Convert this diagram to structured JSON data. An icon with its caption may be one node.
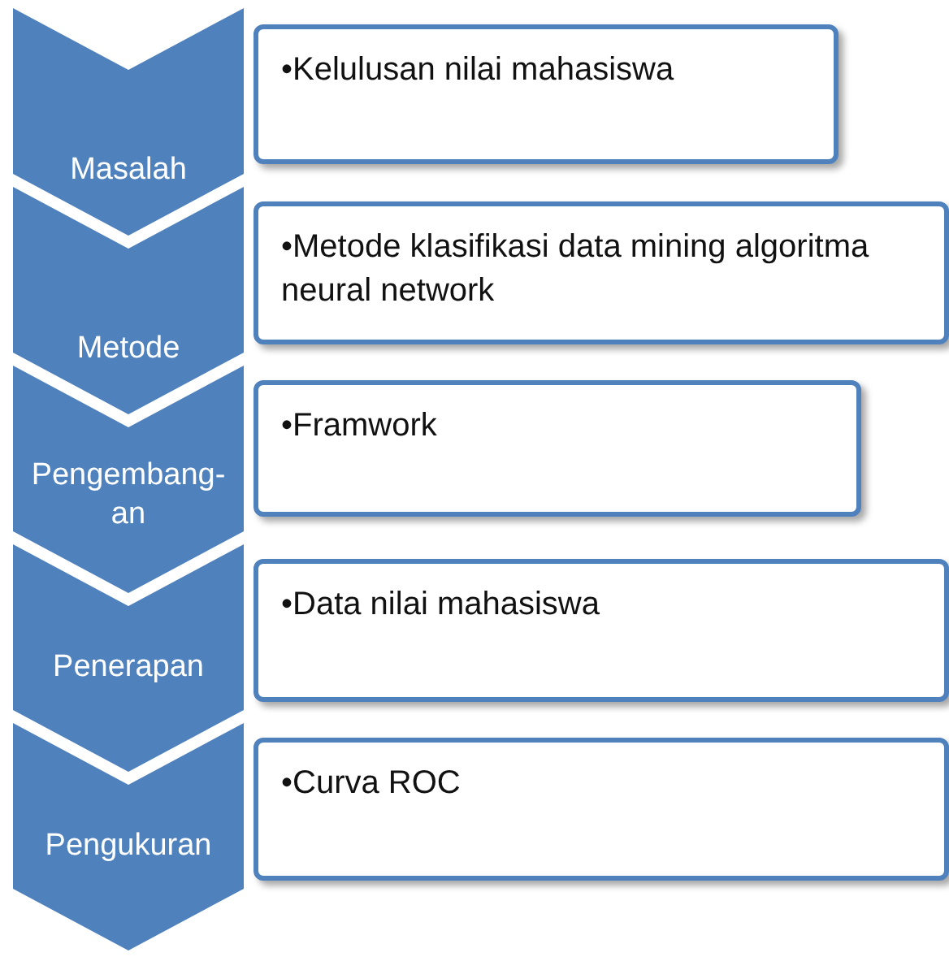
{
  "diagram": {
    "nodes": [
      {
        "text": [
          "Masalah"
        ]
      },
      {
        "text": [
          "•Kelulusan nilai mahasiswa"
        ]
      },
      {
        "text": [
          "Metode"
        ]
      },
      {
        "text": [
          "•Metode klasifikasi data mining algoritma neural network"
        ]
      },
      {
        "text": [
          "Pengembang-an"
        ]
      },
      {
        "text": [
          "•Framwork"
        ]
      },
      {
        "text": [
          "Penerapan"
        ]
      },
      {
        "text": [
          "•Data nilai mahasiswa"
        ]
      },
      {
        "text": [
          "Pengukuran"
        ]
      },
      {
        "text": [
          "•Curva ROC"
        ]
      }
    ]
  }
}
